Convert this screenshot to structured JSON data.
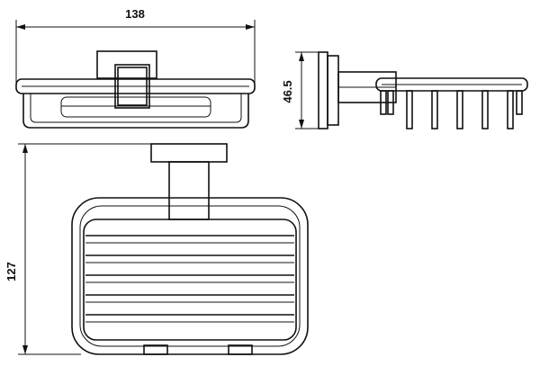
{
  "dimensions": {
    "width_label": "138",
    "depth_label": "46.5",
    "height_label": "127"
  }
}
